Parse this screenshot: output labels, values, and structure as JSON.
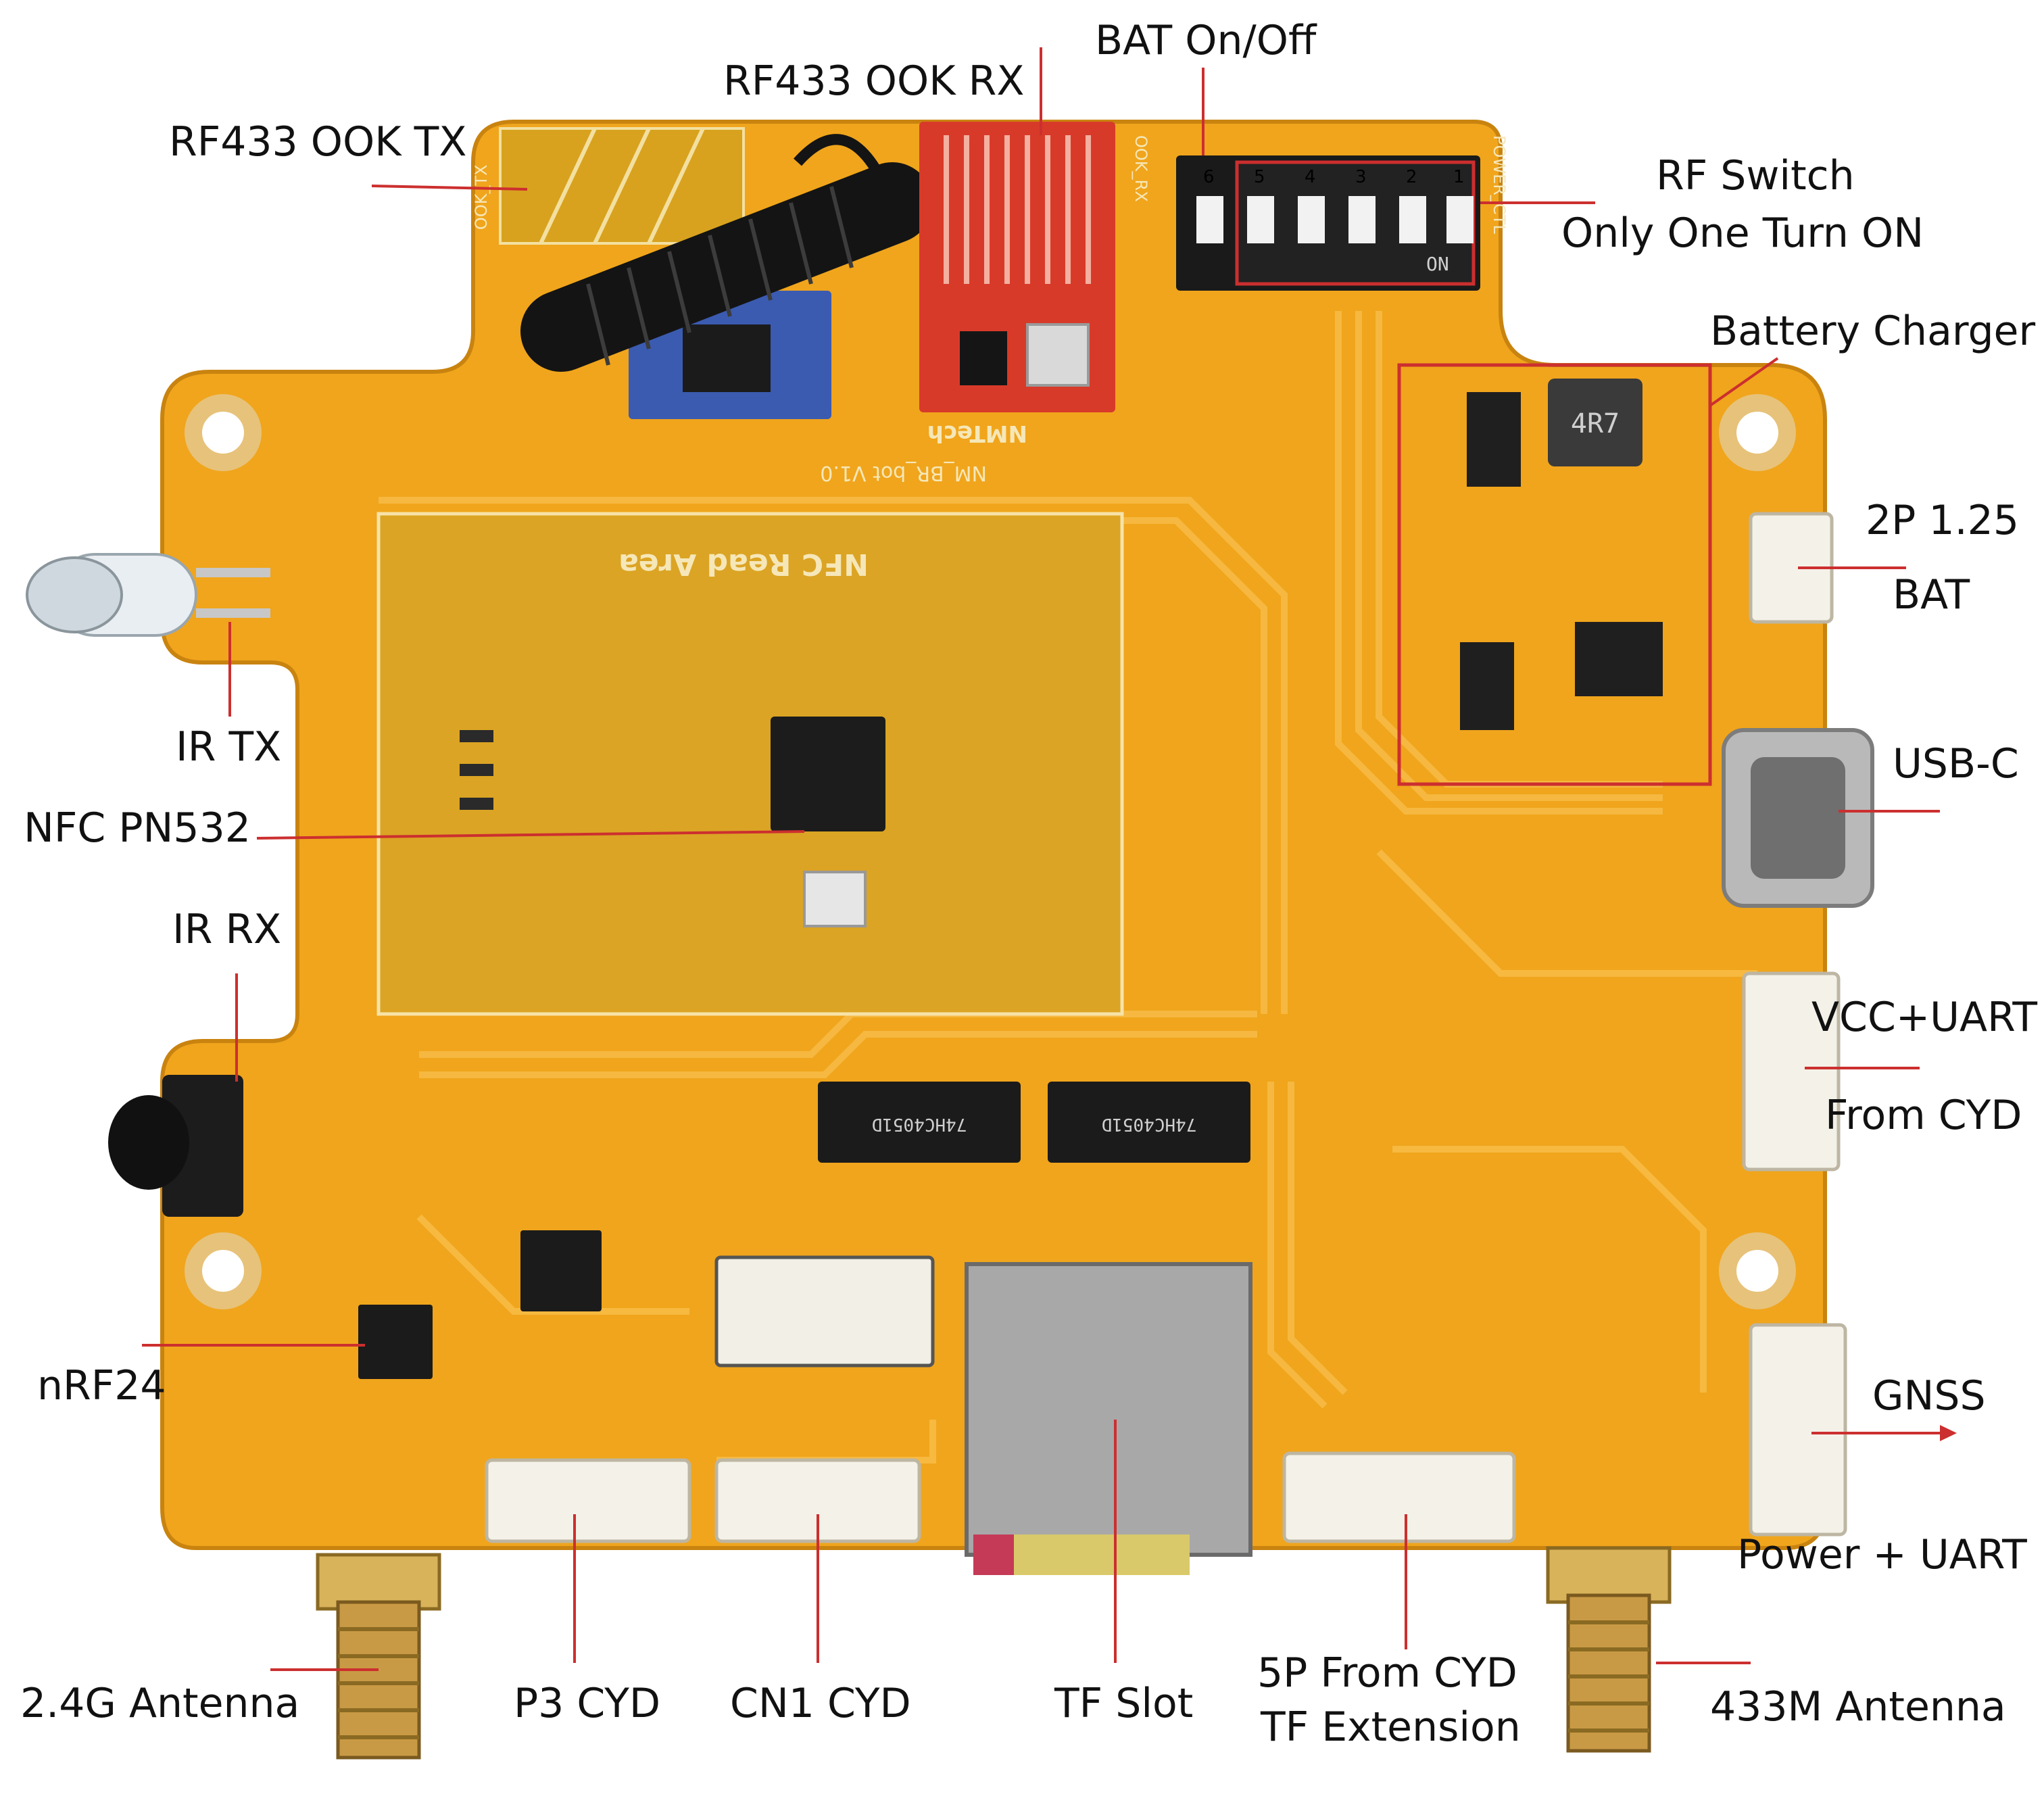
{
  "labels": {
    "rf433_tx": "RF433 OOK TX",
    "rf433_rx": "RF433 OOK RX",
    "bat_onoff": "BAT On/Off",
    "rf_switch_1": "RF Switch",
    "rf_switch_2": "Only One Turn ON",
    "battery_charger": "Battery Charger",
    "bat_conn_1": "2P 1.25",
    "bat_conn_2": "BAT",
    "ir_tx": "IR TX",
    "usb_c": "USB-C",
    "nfc": "NFC PN532",
    "ir_rx": "IR RX",
    "vcc_uart_1": "VCC+UART",
    "vcc_uart_2": "From CYD",
    "nrf24": "nRF24",
    "gnss": "GNSS",
    "gnss_sub": "Power + UART",
    "antenna_24": "2.4G Antenna",
    "p3_cyd": "P3 CYD",
    "cn1_cyd": "CN1 CYD",
    "tf_slot": "TF Slot",
    "tf_ext_1": "5P From CYD",
    "tf_ext_2": "TF Extension",
    "antenna_433": "433M Antenna"
  },
  "silkscreen": {
    "nfc_area": "NFC Read Area",
    "brand": "NMTech",
    "board": "NM_BR_bot V1.0",
    "dip_on": "ON",
    "dip_numbers": [
      "6",
      "5",
      "4",
      "3",
      "2",
      "1"
    ],
    "inductor": "4R7",
    "mux_chip": "74HC4051D",
    "power_ctl": "POWER_CTL",
    "ook_rx": "OOK_RX",
    "ook_tx": "OOK_TX"
  },
  "colors": {
    "pcb": "#f0a51c",
    "pcb_trace": "#f6b43a",
    "label_line": "#cc2f2f",
    "label_text": "#111111"
  }
}
